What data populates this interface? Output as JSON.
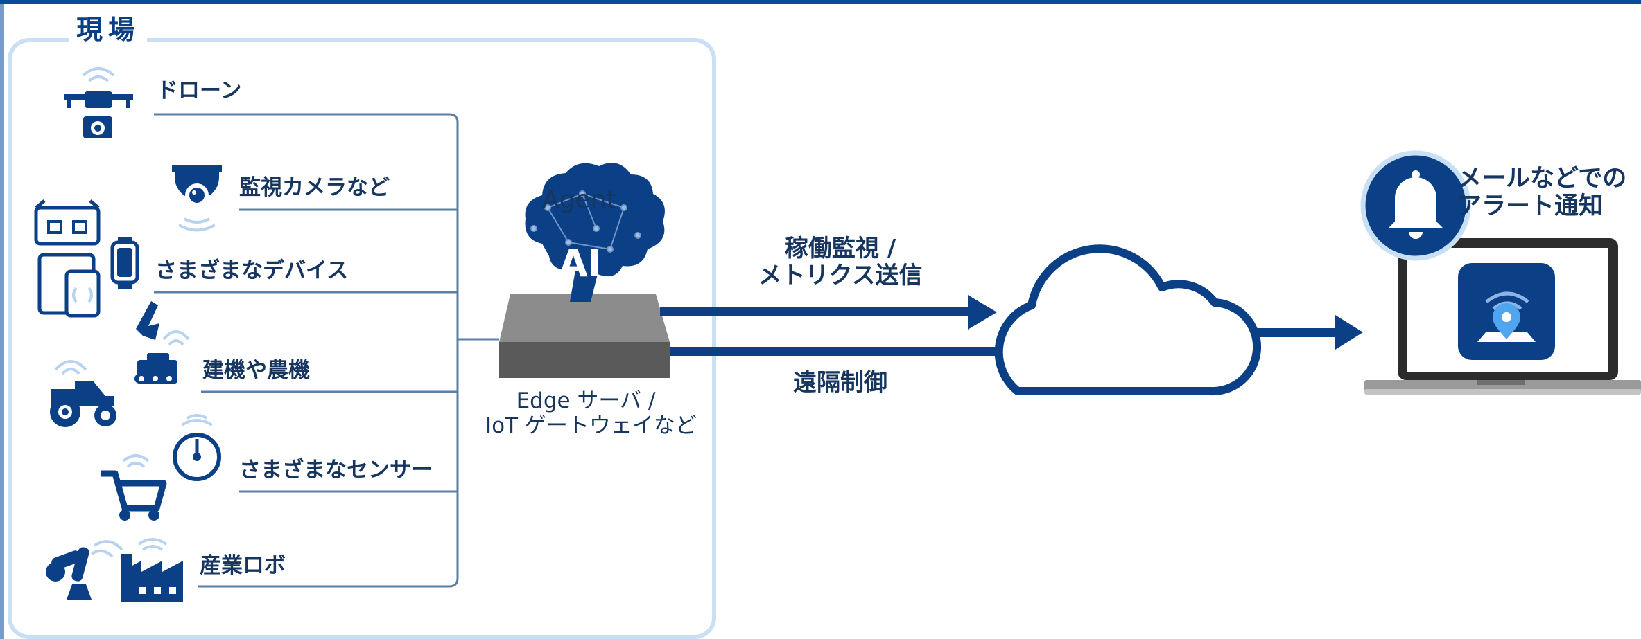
{
  "site": {
    "title": "現場"
  },
  "devices": [
    {
      "label": "ドローン",
      "icon": "drone-icon"
    },
    {
      "label": "監視カメラなど",
      "icon": "security-camera-icon"
    },
    {
      "label": "さまざまなデバイス",
      "icon": "devices-icon"
    },
    {
      "label": "建機や農機",
      "icon": "construction-machine-icon"
    },
    {
      "label": "さまざまなセンサー",
      "icon": "sensor-gauge-icon"
    },
    {
      "label": "産業ロボ",
      "icon": "industrial-robot-icon"
    }
  ],
  "edge": {
    "agent_label": "Agent",
    "ai_label": "AI",
    "label_line1": "Edge サーバ /",
    "label_line2": "IoT ゲートウェイなど"
  },
  "flows": {
    "upload_line1": "稼働監視 /",
    "upload_line2": "メトリクス送信",
    "remote": "遠隔制御"
  },
  "notification": {
    "line1": "メールなどでの",
    "line2": "アラート通知",
    "icon": "bell-icon",
    "app_icon": "location-app-icon"
  },
  "colors": {
    "primary": "#0b3f86",
    "frame": "#c9dff4",
    "top_bar": "#0a4a9a",
    "connector": "#5b7ea6",
    "server_top": "#8c8c8c",
    "server_front": "#5a5a5a"
  }
}
